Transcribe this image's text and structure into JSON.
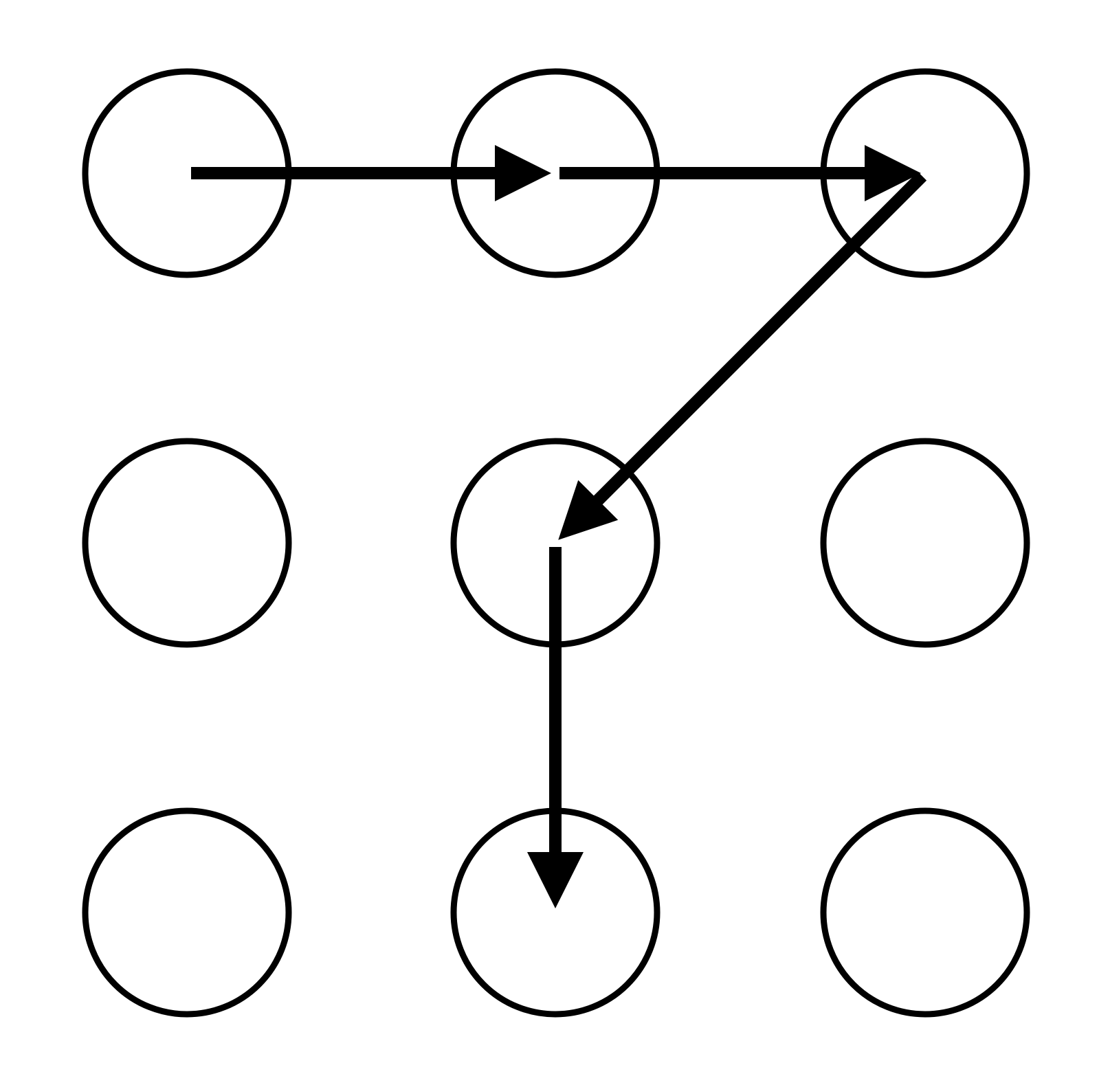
{
  "pattern": {
    "grid": {
      "rows": 3,
      "cols": 3
    },
    "sequence": [
      {
        "row": 0,
        "col": 0
      },
      {
        "row": 0,
        "col": 1
      },
      {
        "row": 0,
        "col": 2
      },
      {
        "row": 1,
        "col": 1
      },
      {
        "row": 2,
        "col": 1
      }
    ],
    "color": "#000000",
    "background": "#ffffff"
  }
}
